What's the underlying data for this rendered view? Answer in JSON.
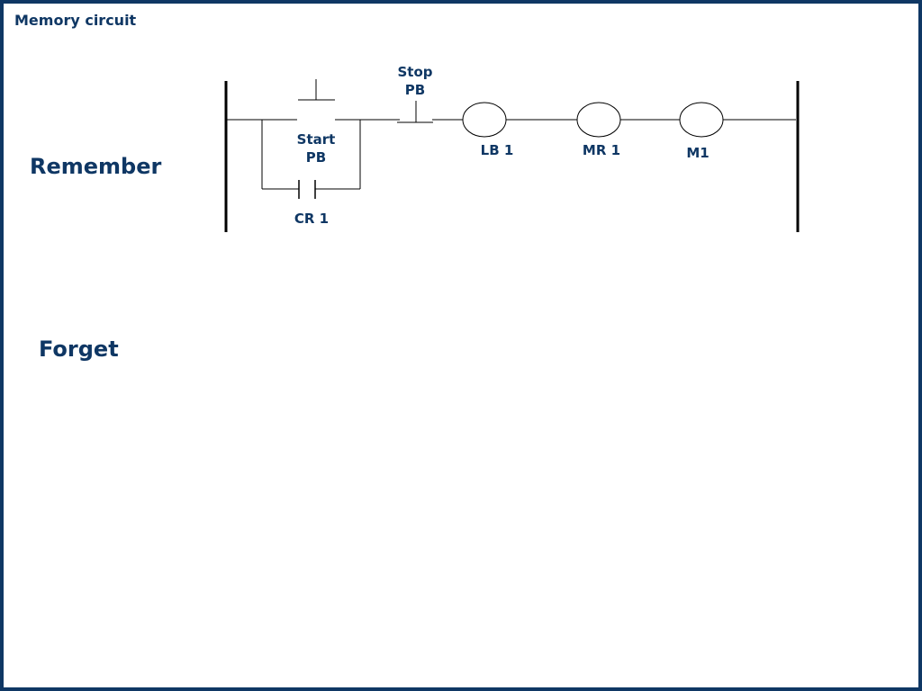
{
  "title": "Memory circuit",
  "side_labels": {
    "remember": "Remember",
    "forget": "Forget"
  },
  "ladder": {
    "start_pb": {
      "line1": "Start",
      "line2": "PB"
    },
    "stop_pb": {
      "line1": "Stop",
      "line2": "PB"
    },
    "seal_in_contact": "CR 1",
    "loads": [
      "LB 1",
      "MR 1",
      "M1"
    ]
  },
  "colors": {
    "text": "#0f3764",
    "border": "#0f3764",
    "lines": "#000000"
  }
}
